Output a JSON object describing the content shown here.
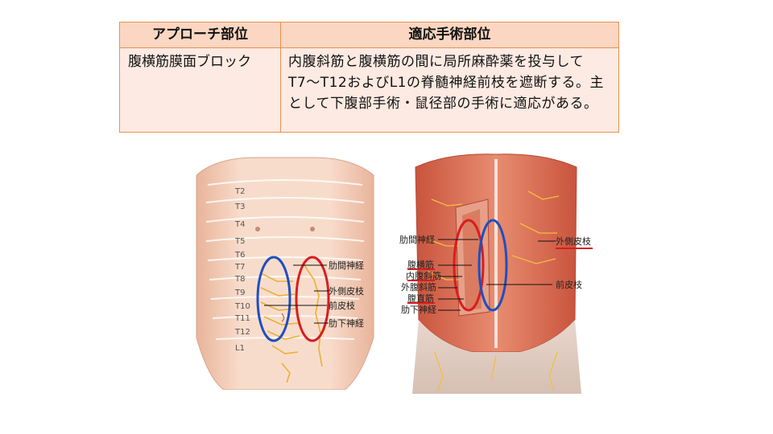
{
  "table": {
    "header": {
      "approach": "アプローチ部位",
      "indication": "適応手術部位"
    },
    "row": {
      "approach": "腹横筋膜面ブロック",
      "indication": "内腹斜筋と腹横筋の間に局所麻酔薬を投与してT7〜T12およびL1の脊髄神経前枝を遮断する。主として下腹部手術・鼠径部の手術に適応がある。"
    }
  },
  "figure_left": {
    "dermatomes": [
      "T2",
      "T3",
      "T4",
      "T5",
      "T6",
      "T7",
      "T8",
      "T9",
      "T10",
      "T11",
      "T12",
      "L1"
    ],
    "labels": {
      "intercostal": "肋間神経",
      "lateral_cutaneous": "外側皮枝",
      "anterior_cutaneous": "前皮枝",
      "subcostal": "肋下神経"
    }
  },
  "figure_right": {
    "labels": {
      "intercostal": "肋間神経",
      "transversus": "腹横筋",
      "internal_oblique": "内腹斜筋",
      "external_oblique": "外腹斜筋",
      "rectus": "腹直筋",
      "subcostal": "肋下神経",
      "lateral_cutaneous": "外側皮枝",
      "anterior_cutaneous": "前皮枝"
    }
  },
  "colors": {
    "table_border": "#e6934f",
    "header_bg": "#fbd6c2",
    "body_bg": "#fdeae2",
    "ellipse_blue": "#1f4fbf",
    "ellipse_red": "#d81e1e",
    "nerve": "#e8b13a"
  }
}
